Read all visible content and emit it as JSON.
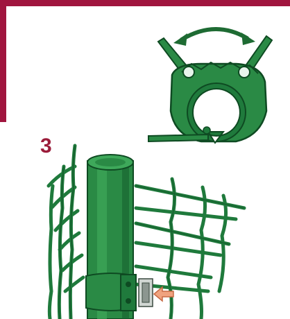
{
  "step": {
    "number": "3"
  },
  "colors": {
    "frame_accent": "#a0153e",
    "step_number": "#9b1c3a",
    "fence_green": "#1f7a3c",
    "fence_dark": "#0e4a22",
    "clamp_green": "#2a8a45",
    "hinge_arrow_green": "#1e6b33",
    "pointer_arrow": "#f0a37f",
    "background": "#ffffff"
  },
  "figures": {
    "top_detail": "clamp-rotation-detail",
    "bottom_detail": "post-clamp-assembly"
  },
  "icons": {
    "rotation_arrow": "double-curved-arrow",
    "insert_arrow": "pointer-arrow"
  }
}
